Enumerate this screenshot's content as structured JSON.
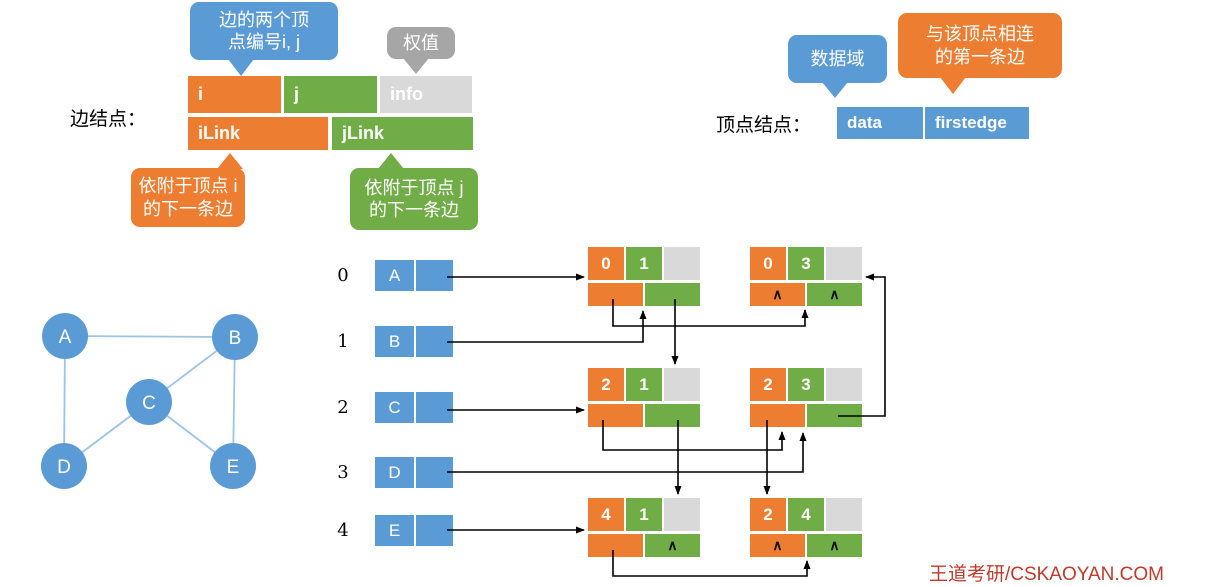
{
  "edge_node_section": {
    "title": "边结点：",
    "callout_endpoints": {
      "line1": "边的两个顶",
      "line2": "点编号i, j"
    },
    "callout_weight": "权值",
    "field_i": "i",
    "field_j": "j",
    "field_info": "info",
    "field_ilink": "iLink",
    "field_jlink": "jLink",
    "callout_ilink": {
      "line1": "依附于顶点 i",
      "line2": "的下一条边"
    },
    "callout_jlink": {
      "line1": "依附于顶点 j",
      "line2": "的下一条边"
    }
  },
  "vertex_node_section": {
    "title": "顶点结点：",
    "callout_data": "数据域",
    "callout_firstedge": {
      "line1": "与该顶点相连",
      "line2": "的第一条边"
    },
    "field_data": "data",
    "field_firstedge": "firstedge"
  },
  "graph": {
    "vertices": [
      {
        "label": "A"
      },
      {
        "label": "B"
      },
      {
        "label": "C"
      },
      {
        "label": "D"
      },
      {
        "label": "E"
      }
    ],
    "edges": [
      [
        "A",
        "B"
      ],
      [
        "A",
        "D"
      ],
      [
        "B",
        "C"
      ],
      [
        "B",
        "E"
      ],
      [
        "C",
        "D"
      ],
      [
        "C",
        "E"
      ]
    ]
  },
  "vertex_list": [
    {
      "index": "0",
      "label": "A"
    },
    {
      "index": "1",
      "label": "B"
    },
    {
      "index": "2",
      "label": "C"
    },
    {
      "index": "3",
      "label": "D"
    },
    {
      "index": "4",
      "label": "E"
    }
  ],
  "edge_nodes": [
    {
      "i": "0",
      "j": "1",
      "info": "",
      "ilink": "",
      "jlink": ""
    },
    {
      "i": "0",
      "j": "3",
      "info": "",
      "ilink": "∧",
      "jlink": "∧"
    },
    {
      "i": "2",
      "j": "1",
      "info": "",
      "ilink": "",
      "jlink": ""
    },
    {
      "i": "2",
      "j": "3",
      "info": "",
      "ilink": "",
      "jlink": ""
    },
    {
      "i": "4",
      "j": "1",
      "info": "",
      "ilink": "",
      "jlink": "∧"
    },
    {
      "i": "2",
      "j": "4",
      "info": "",
      "ilink": "∧",
      "jlink": "∧"
    }
  ],
  "pointer_links": [
    {
      "from": "A.firstedge",
      "to": "(0,1)"
    },
    {
      "from": "B.firstedge",
      "to": "(0,1)"
    },
    {
      "from": "C.firstedge",
      "to": "(2,1)"
    },
    {
      "from": "D.firstedge",
      "to": "(2,3)"
    },
    {
      "from": "E.firstedge",
      "to": "(4,1)"
    },
    {
      "from": "(0,1).iLink",
      "to": "(0,3)"
    },
    {
      "from": "(0,1).jLink",
      "to": "(2,1)"
    },
    {
      "from": "(2,1).iLink",
      "to": "(2,3)"
    },
    {
      "from": "(2,1).jLink",
      "to": "(4,1)"
    },
    {
      "from": "(2,3).iLink",
      "to": "(2,4)"
    },
    {
      "from": "(2,3).jLink",
      "to": "(0,3)"
    },
    {
      "from": "(4,1).iLink",
      "to": "(2,4)"
    }
  ],
  "watermark": "王道考研/CSKAOYAN.COM",
  "colors": {
    "blue": "#5B9BD5",
    "orange": "#ED7D31",
    "green": "#70AD47",
    "gray_callout": "#A6A6A6",
    "light_gray_cell": "#D9D9D9",
    "graph_edge_line": "#9DC3E6",
    "watermark_red": "#C0392B"
  }
}
